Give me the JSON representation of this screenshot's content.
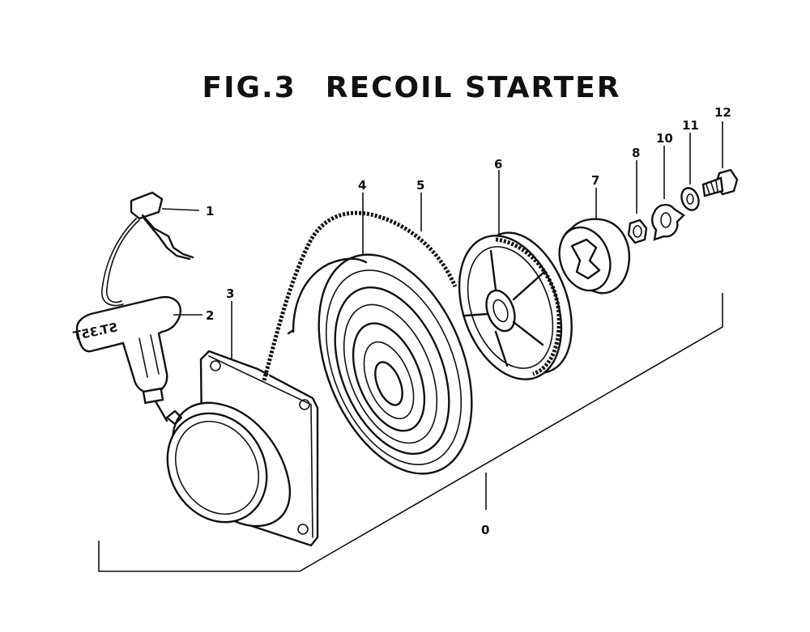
{
  "title": {
    "prefix": "FIG.3",
    "text": "RECOIL  STARTER"
  },
  "handle_text": "ST.35T",
  "callouts": [
    {
      "id": "1",
      "label": "1"
    },
    {
      "id": "2",
      "label": "2"
    },
    {
      "id": "3",
      "label": "3"
    },
    {
      "id": "4",
      "label": "4"
    },
    {
      "id": "5",
      "label": "5"
    },
    {
      "id": "6",
      "label": "6"
    },
    {
      "id": "7",
      "label": "7"
    },
    {
      "id": "8",
      "label": "8"
    },
    {
      "id": "10",
      "label": "10"
    },
    {
      "id": "11",
      "label": "11"
    },
    {
      "id": "12",
      "label": "12"
    },
    {
      "id": "0",
      "label": "0"
    }
  ]
}
